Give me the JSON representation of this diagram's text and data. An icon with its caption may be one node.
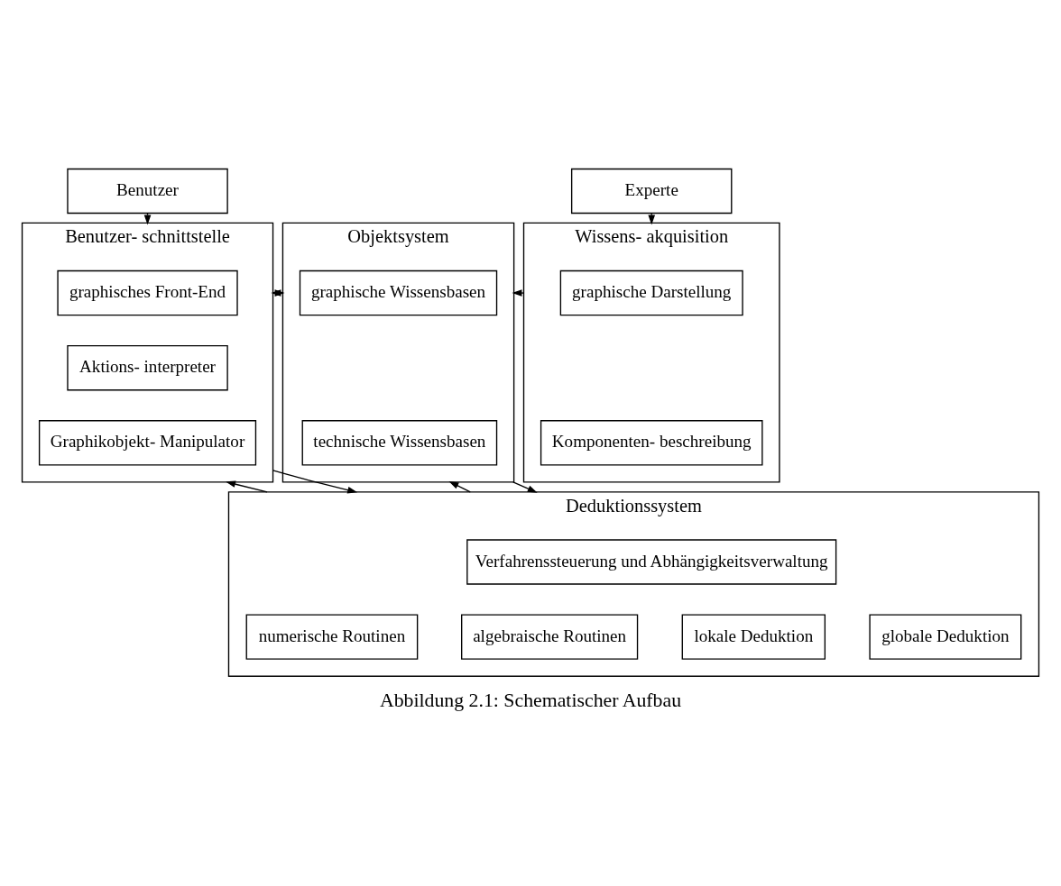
{
  "diagram": {
    "caption": "Abbildung 2.1: Schematischer Aufbau",
    "nodes": [
      {
        "text": [
          "Benutzer"
        ]
      },
      {
        "text": [
          "Experte"
        ]
      },
      {
        "text": [
          "Benutzer- schnittstelle"
        ]
      },
      {
        "text": [
          "graphisches Front-End"
        ],
        "in": 2
      },
      {
        "text": [
          "Aktions- interpreter"
        ],
        "in": 2
      },
      {
        "text": [
          "Graphikobjekt- Manipulator"
        ],
        "in": 2
      },
      {
        "text": [
          "Objektsystem"
        ]
      },
      {
        "text": [
          "graphische Wissensbasen"
        ],
        "in": 6
      },
      {
        "text": [
          "technische Wissensbasen"
        ],
        "in": 6
      },
      {
        "text": [
          "Wissens- akquisition"
        ]
      },
      {
        "text": [
          "graphische Darstellung"
        ],
        "in": 9
      },
      {
        "text": [
          "Komponenten- beschreibung"
        ],
        "in": 9
      },
      {
        "text": [
          "Deduktionssystem"
        ]
      },
      {
        "text": [
          "Verfahrenssteuerung und Abhängigkeitsverwaltung"
        ],
        "in": 12
      },
      {
        "text": [
          "numerische Routinen"
        ],
        "in": 12
      },
      {
        "text": [
          "algebraische Routinen"
        ],
        "in": 12
      },
      {
        "text": [
          "lokale Deduktion"
        ],
        "in": 12
      },
      {
        "text": [
          "globale Deduktion"
        ],
        "in": 12
      }
    ],
    "edges": [
      {
        "from": 0,
        "to": 2,
        "arrow": "to"
      },
      {
        "from": 1,
        "to": 9,
        "arrow": "to"
      },
      {
        "from": 2,
        "to": 6,
        "arrow": "to"
      },
      {
        "from": 9,
        "to": 6,
        "arrow": "to"
      },
      {
        "from": 6,
        "to": 2,
        "arrow": "to"
      },
      {
        "from": 2,
        "to": 12,
        "arrow": "to"
      },
      {
        "from": 12,
        "to": 2,
        "arrow": "to"
      },
      {
        "from": 6,
        "to": 12,
        "arrow": "to"
      },
      {
        "from": 12,
        "to": 6,
        "arrow": "to"
      }
    ]
  }
}
